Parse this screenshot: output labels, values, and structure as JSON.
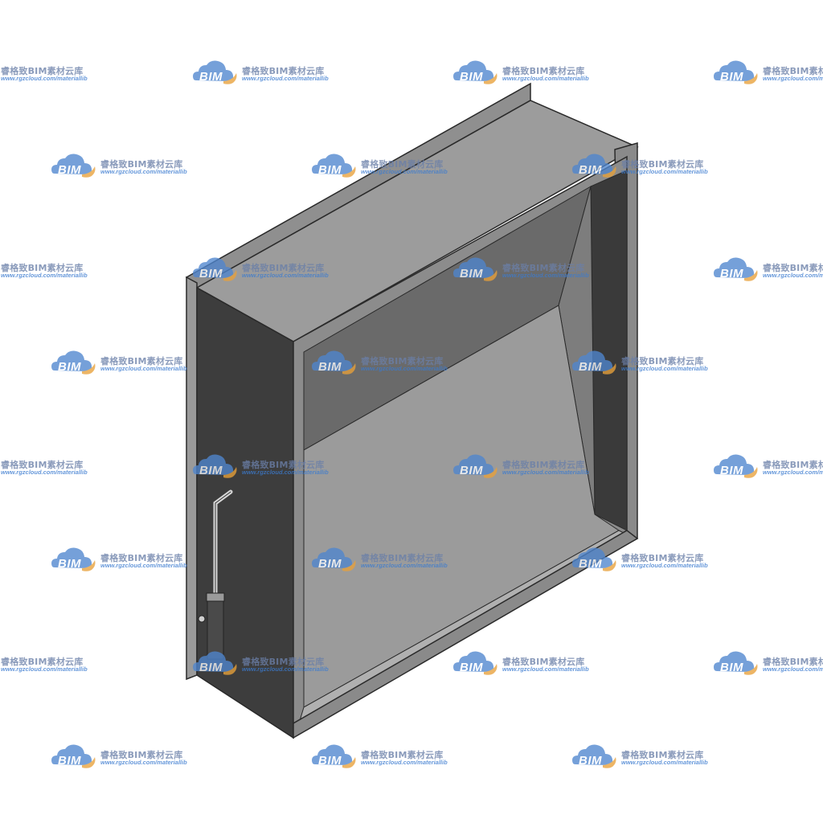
{
  "model": {
    "description_label": "",
    "colors": {
      "background": "#ffffff",
      "frame": "#8a8a8a",
      "frame_light": "#a8a8a8",
      "interior_dark": "#3d3d3d",
      "interior_panel": "#6b6b6b",
      "interior_light": "#9a9a9a",
      "outline": "#2a2a2a"
    }
  },
  "watermark": {
    "logo_text": "BIM",
    "title": "睿格致BIM素材云库",
    "url": "www.rgzcloud.com/materiallib",
    "colors": {
      "cloud_blue": "#4f86cf",
      "cloud_orange": "#e8a13a",
      "title": "#6a7fa8",
      "url": "#3b7bd0"
    }
  }
}
